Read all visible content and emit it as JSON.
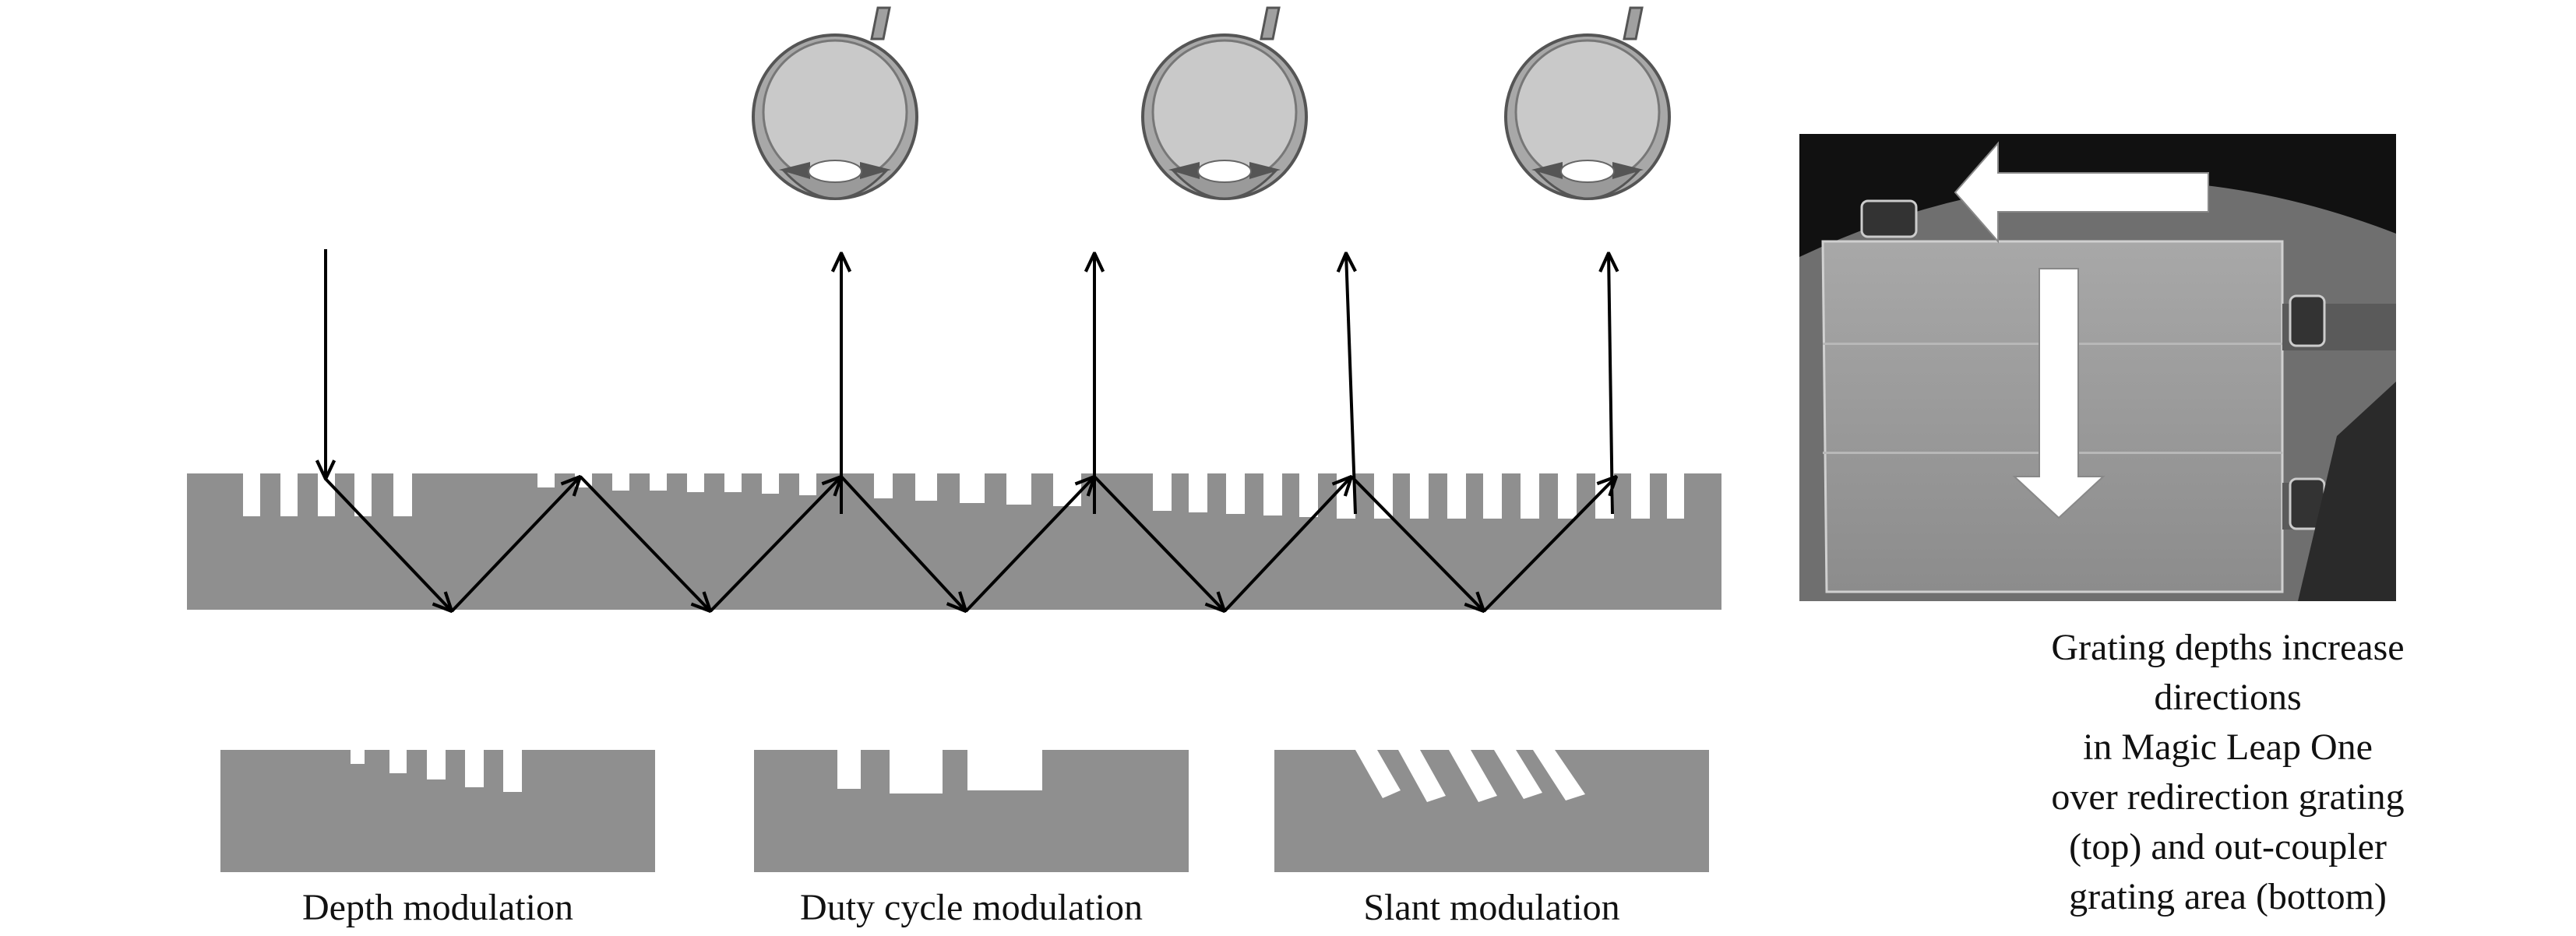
{
  "captions": {
    "depth": "Depth modulation",
    "duty": "Duty cycle modulation",
    "slant": "Slant modulation"
  },
  "photo_caption": {
    "lines": [
      "Grating depths increase",
      "directions",
      "in Magic Leap One",
      "over redirection grating",
      "(top) and out-coupler",
      "grating area (bottom)"
    ]
  },
  "icons": {
    "eye": "eye-icon",
    "arrow_left": "white-arrow-left-icon",
    "arrow_down": "white-arrow-down-icon"
  },
  "colors": {
    "substrate": "#8f8f8f",
    "grating_slot": "#ffffff",
    "ray": "#000000",
    "eye_fill": "#c8c8c8"
  }
}
